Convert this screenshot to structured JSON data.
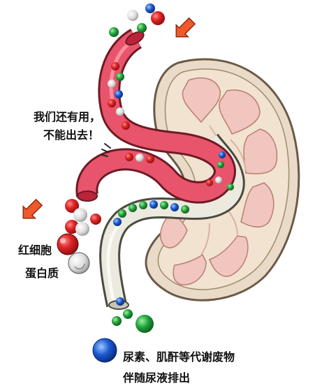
{
  "speech": {
    "line1": "我们还有用，",
    "line2": "不能出去！"
  },
  "labels": {
    "red_blood_cell": "红细胞",
    "protein": "蛋白质",
    "waste_line1": "尿素、肌酐等代谢废物",
    "waste_line2": "伴随尿液排出"
  },
  "colors": {
    "kidney_outer": "#e9dbc8",
    "kidney_medulla": "#f0c9c3",
    "artery": "#e8546b",
    "ureter": "#ece9de",
    "red_cell": "#d9202a",
    "protein": "#eeeeee",
    "waste_green": "#1f9b3a",
    "waste_blue": "#1553c8",
    "arrow": "#f0592b"
  },
  "icons": [
    "down-left-arrow-icon",
    "down-left-arrow-icon",
    "motion-lines-icon"
  ]
}
